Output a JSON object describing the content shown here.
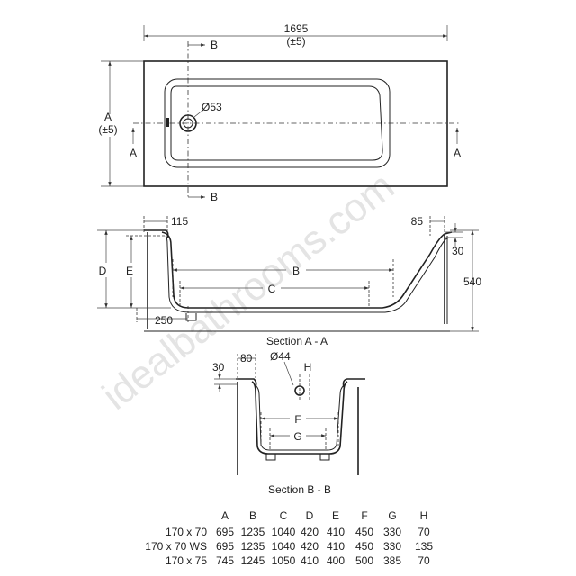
{
  "watermark": "idealbathrooms.com",
  "plan": {
    "length_value": "1695",
    "length_tol": "(±5)",
    "width_label": "A",
    "width_tol": "(±5)",
    "waste_diameter": "Ø53",
    "section_marker_a": "A",
    "section_marker_b": "B"
  },
  "section_aa": {
    "title": "Section A - A",
    "dim_115": "115",
    "dim_85": "85",
    "dim_30": "30",
    "dim_540": "540",
    "dim_250": "250",
    "label_b": "B",
    "label_c": "C",
    "label_d": "D",
    "label_e": "E"
  },
  "section_bb": {
    "title": "Section B - B",
    "dim_30": "30",
    "dim_80": "80",
    "tap_diameter": "Ø44",
    "label_h": "H",
    "label_f": "F",
    "label_g": "G"
  },
  "table": {
    "headers": [
      "A",
      "B",
      "C",
      "D",
      "E",
      "F",
      "G",
      "H"
    ],
    "rows": [
      {
        "model": "170 x 70",
        "values": [
          "695",
          "1235",
          "1040",
          "420",
          "410",
          "450",
          "330",
          "70"
        ]
      },
      {
        "model": "170 x 70 WS",
        "values": [
          "695",
          "1235",
          "1040",
          "420",
          "410",
          "450",
          "330",
          "135"
        ]
      },
      {
        "model": "170 x 75",
        "values": [
          "745",
          "1245",
          "1050",
          "410",
          "400",
          "500",
          "385",
          "70"
        ]
      }
    ]
  }
}
